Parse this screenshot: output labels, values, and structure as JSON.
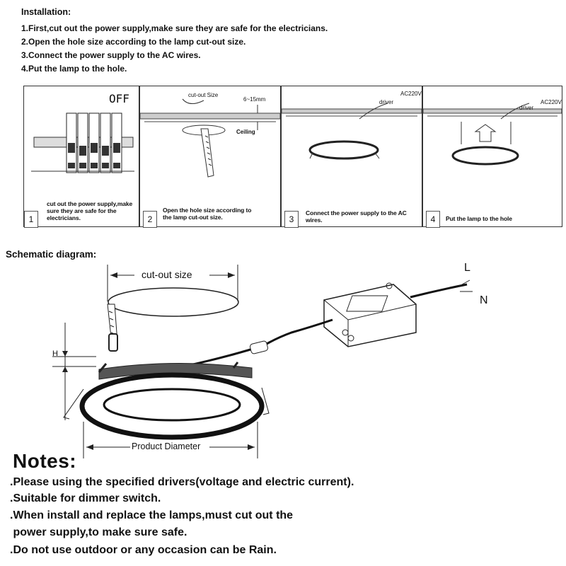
{
  "installation": {
    "title": "Installation:",
    "steps": [
      "1.First,cut out the power supply,make sure they are safe for the electricians.",
      "2.Open the hole size according to the lamp cut-out size.",
      "3.Connect the power supply to the AC wires.",
      "4.Put the lamp to the hole."
    ]
  },
  "panels": [
    {
      "num": "1",
      "caption": "cut out the power supply,make sure they are safe for the electricians.",
      "label_off": "OFF"
    },
    {
      "num": "2",
      "caption": "Open the hole size according to the lamp cut-out size.",
      "label_cutout": "cut-out Size",
      "label_range": "6~15mm",
      "label_ceiling": "Ceiling"
    },
    {
      "num": "3",
      "caption": "Connect the power supply to the AC wires.",
      "label_driver": "driver",
      "label_ac": "AC220V"
    },
    {
      "num": "4",
      "caption": "Put the lamp to the hole",
      "label_driver": "driver",
      "label_ac": "AC220V"
    }
  ],
  "schematic": {
    "title": "Schematic diagram:",
    "cutout_label": "cut-out size",
    "h_label": "H",
    "l_label": "L",
    "n_label": "N",
    "diameter_label": "Product Diameter"
  },
  "notes": {
    "title": "Notes:",
    "lines": [
      ".Please using the specified drivers(voltage and electric current).",
      ".Suitable for dimmer switch.",
      ".When install and replace the lamps,must cut out the",
      " power supply,to make sure safe.",
      ".Do not use outdoor or any occasion can be Rain."
    ]
  }
}
